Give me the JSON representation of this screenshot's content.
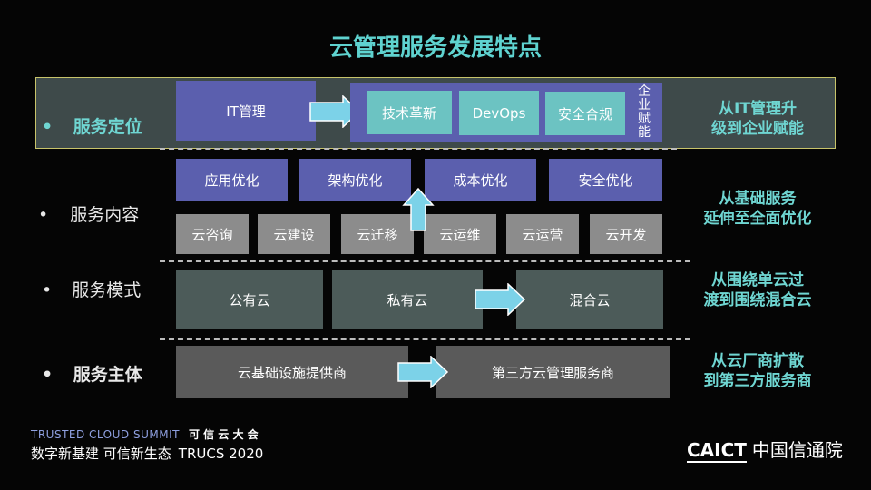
{
  "title": "云管理服务发展特点",
  "rows": [
    {
      "label": "服务定位",
      "summary_line1": "从IT管理升",
      "summary_line2": "级到企业赋能"
    },
    {
      "label": "服务内容",
      "summary_line1": "从基础服务",
      "summary_line2": "延伸至全面优化"
    },
    {
      "label": "服务模式",
      "summary_line1": "从围绕单云过",
      "summary_line2": "渡到围绕混合云"
    },
    {
      "label": "服务主体",
      "summary_line1": "从云厂商扩散",
      "summary_line2": "到第三方服务商"
    }
  ],
  "positioning": {
    "from": "IT管理",
    "items": [
      "技术革新",
      "DevOps",
      "安全合规"
    ],
    "vertical_label": "企业赋能"
  },
  "content": {
    "optimizations": [
      "应用优化",
      "架构优化",
      "成本优化",
      "安全优化"
    ],
    "cloud_services": [
      "云咨询",
      "云建设",
      "云迁移",
      "云运维",
      "云运营",
      "云开发"
    ]
  },
  "mode": {
    "items": [
      "公有云",
      "私有云",
      "混合云"
    ]
  },
  "subject": {
    "items": [
      "云基础设施提供商",
      "第三方云管理服务商"
    ]
  },
  "footer": {
    "summit_en": "TRUSTED CLOUD SUMMIT",
    "summit_cn": "可 信 云 大 会",
    "slogan": "数字新基建 可信新生态",
    "trucs": "TRUCS 2020",
    "logo_en": "CAICT",
    "logo_cn": "中国信通院"
  }
}
